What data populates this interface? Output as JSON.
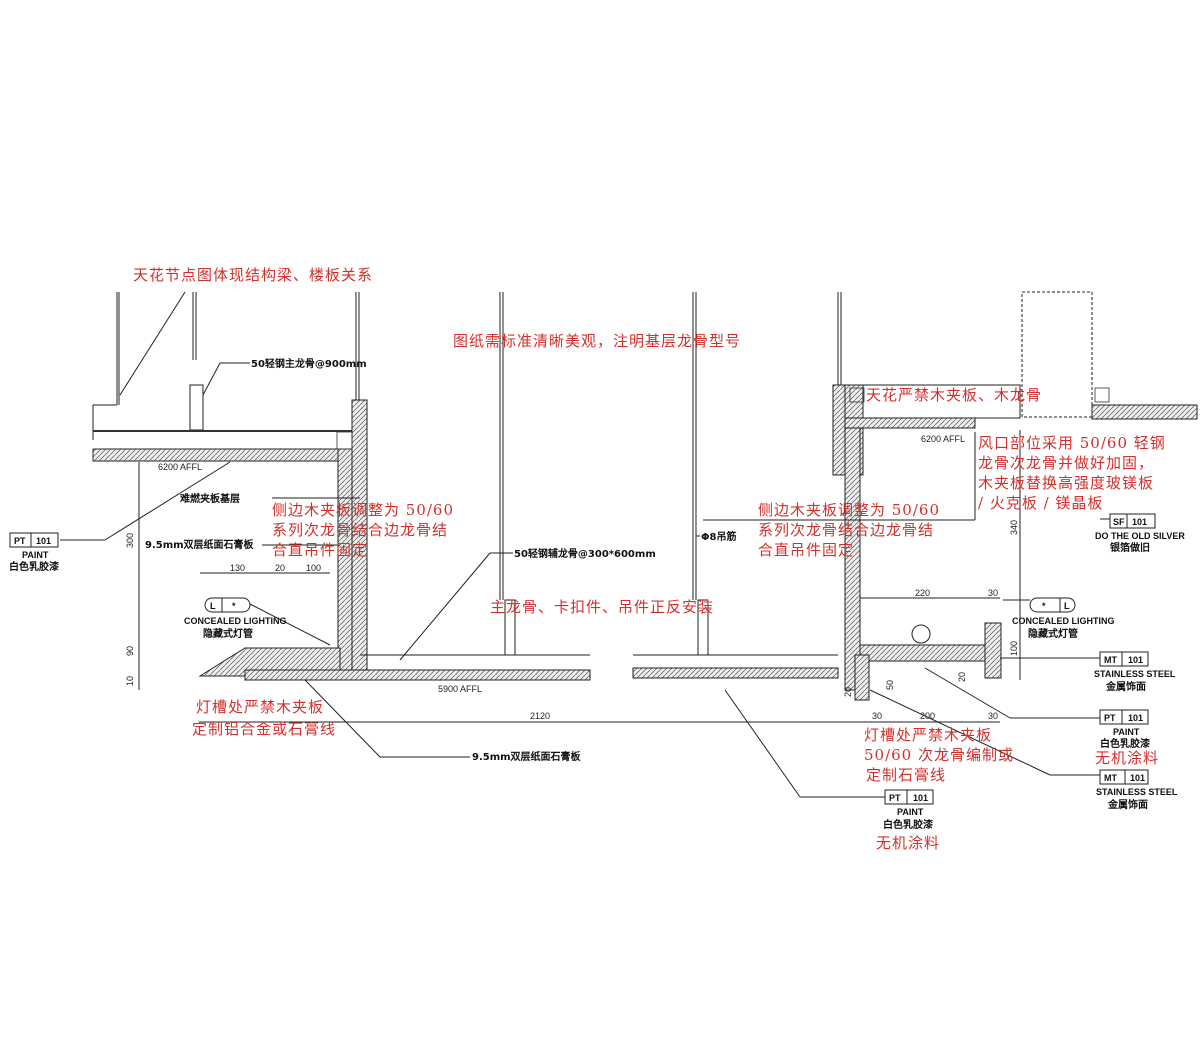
{
  "notes": {
    "structure": "天花节点图体现结构梁、楼板关系",
    "standard": "图纸需标准清晰美观，注明基层龙骨型号",
    "side_left": [
      "侧边木夹板调整为 50/60",
      "系列次龙骨结合边龙骨结",
      "合直吊件固定"
    ],
    "side_right": [
      "侧边木夹板调整为 50/60",
      "系列次龙骨结合边龙骨结",
      "合直吊件固定"
    ],
    "main_keel": "主龙骨、卡扣件、吊件正反安装",
    "trough_left": [
      "灯槽处严禁木夹板",
      "定制铝合金或石膏线"
    ],
    "ceiling_no_wood": "天花严禁木夹板、木龙骨",
    "vent": [
      "风口部位采用 50/60 轻钢",
      "龙骨次龙骨并做好加固，",
      "木夹板替换高强度玻镁板",
      "/ 火克板 / 镁晶板"
    ],
    "trough_right": [
      "灯槽处严禁木夹板",
      "50/60 次龙骨编制或",
      "定制石膏线"
    ],
    "inorganic_1": "无机涂料",
    "inorganic_2": "无机涂料"
  },
  "labels": {
    "main_keel_spec": "50轻钢主龙骨@900mm",
    "fire_board": "难燃夹板基层",
    "gypsum_1": "9.5mm双层纸面石膏板",
    "gypsum_2": "9.5mm双层纸面石膏板",
    "aux_keel": "50轻钢辅龙骨@300*600mm",
    "hanger": "Φ8吊筋",
    "level_1": "6200 AFFL",
    "level_2": "5900 AFFL",
    "level_3": "6200 AFFL"
  },
  "tags": {
    "pt_left": {
      "code": "PT",
      "num": "101",
      "en": "PAINT",
      "cn": "白色乳胶漆"
    },
    "light_left": {
      "code": "L",
      "num": "*",
      "en": "CONCEALED LIGHTING",
      "cn": "隐藏式灯管"
    },
    "sf_right": {
      "code": "SF",
      "num": "101",
      "en": "DO THE OLD SILVER",
      "cn": "银箔做旧"
    },
    "light_right": {
      "code": "L",
      "num": "*",
      "en": "CONCEALED LIGHTING",
      "cn": "隐藏式灯管"
    },
    "mt_1": {
      "code": "MT",
      "num": "101",
      "en": "STAINLESS STEEL",
      "cn": "金属饰面"
    },
    "pt_right": {
      "code": "PT",
      "num": "101",
      "en": "PAINT",
      "cn": "白色乳胶漆"
    },
    "pt_bottom": {
      "code": "PT",
      "num": "101",
      "en": "PAINT",
      "cn": "白色乳胶漆"
    },
    "mt_2": {
      "code": "MT",
      "num": "101",
      "en": "STAINLESS STEEL",
      "cn": "金属饰面"
    }
  },
  "dims": {
    "d130": "130",
    "d20": "20",
    "d100": "100",
    "d300": "300",
    "d90": "90",
    "d10": "10",
    "d2120": "2120",
    "d220": "220",
    "d30a": "30",
    "d340": "340",
    "d100b": "100",
    "d50": "50",
    "d20b": "20",
    "d20c": "20",
    "d30b": "30",
    "d200": "200",
    "d30c": "30"
  },
  "colors": {
    "annotation": "#d0312d",
    "line": "#222222"
  }
}
